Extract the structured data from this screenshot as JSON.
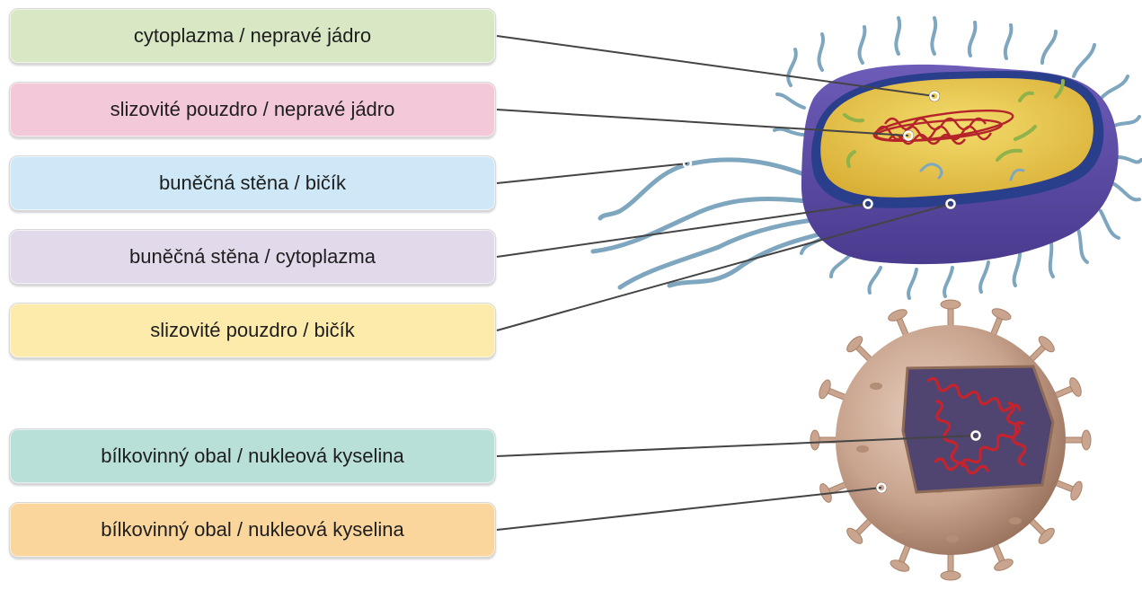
{
  "labels": {
    "box1": "cytoplazma / nepravé jádro",
    "box2": "slizovité pouzdro / nepravé jádro",
    "box3": "buněčná stěna / bičík",
    "box4": "buněčná stěna / cytoplazma",
    "box5": "slizovité pouzdro / bičík",
    "box6": "bílkovinný obal / nukleová kyselina",
    "box7": "bílkovinný obal / nukleová kyselina"
  },
  "colors": {
    "box1": "#d9e8c4",
    "box2": "#f3c8d9",
    "box3": "#cfe8f7",
    "box4": "#e2d9ea",
    "box5": "#fdebab",
    "box6": "#b9dfd9",
    "box7": "#fbd69c",
    "connector": "#444444",
    "bacterium_capsule": "#5a4a9e",
    "bacterium_cytoplasm": "#e8c24a",
    "bacterium_wall": "#2a3f8c",
    "flagella": "#7ea7bf",
    "virus_shell": "#c9a48e",
    "virus_rna": "#c8232c"
  },
  "icons": [
    "bacterium-illustration",
    "virus-illustration"
  ]
}
